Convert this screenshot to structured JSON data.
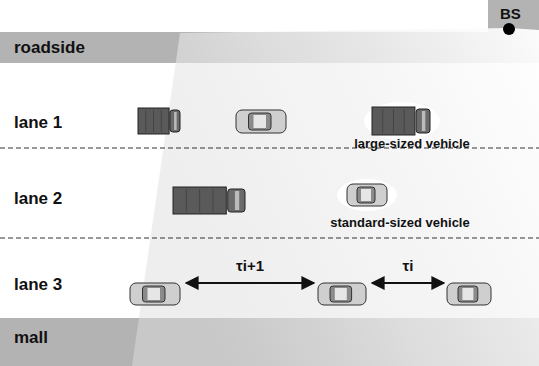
{
  "diagram": {
    "labels": [
      "BS",
      "roadside",
      "lane 1",
      "large-sized vehicle",
      "lane 2",
      "standard-sized vehicle",
      "lane 3",
      "τi+1",
      "τi",
      "mall"
    ]
  }
}
